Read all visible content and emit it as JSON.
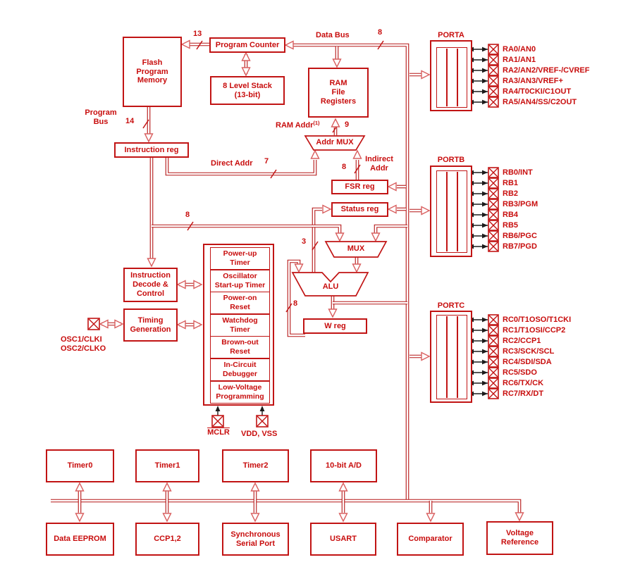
{
  "diagram": {
    "blocks": {
      "flash": "Flash\nProgram\nMemory",
      "program_counter": "Program Counter",
      "stack": "8 Level Stack\n(13-bit)",
      "ram": "RAM\nFile\nRegisters",
      "addr_mux": "Addr MUX",
      "instruction_reg": "Instruction reg",
      "fsr_reg": "FSR reg",
      "status_reg": "Status reg",
      "mux": "MUX",
      "alu": "ALU",
      "w_reg": "W reg",
      "decode": "Instruction\nDecode &\nControl",
      "timing": "Timing\nGeneration"
    },
    "reset_block_items": [
      "Power-up\nTimer",
      "Oscillator\nStart-up Timer",
      "Power-on\nReset",
      "Watchdog\nTimer",
      "Brown-out\nReset",
      "In-Circuit\nDebugger",
      "Low-Voltage\nProgramming"
    ],
    "bus_labels": {
      "data_bus": "Data Bus",
      "program_bus": "Program\nBus",
      "ram_addr": "RAM Addr",
      "ram_addr_note": "(1)",
      "direct_addr": "Direct Addr",
      "indirect_addr": "Indirect\nAddr"
    },
    "bus_widths": {
      "pc": "13",
      "data": "8",
      "program": "14",
      "ram_addr": "9",
      "direct": "7",
      "indirect": "8",
      "literal": "8",
      "status": "3",
      "w": "8"
    },
    "pins_left": {
      "osc1": "OSC1/CLKI",
      "osc2": "OSC2/CLKO",
      "mclr": "MCLR",
      "vdd_vss": "VDD, VSS"
    },
    "ports": [
      {
        "name": "PORTA",
        "pins": [
          "RA0/AN0",
          "RA1/AN1",
          "RA2/AN2/VREF-/CVREF",
          "RA3/AN3/VREF+",
          "RA4/T0CKI/C1OUT",
          "RA5/AN4/SS/C2OUT"
        ]
      },
      {
        "name": "PORTB",
        "pins": [
          "RB0/INT",
          "RB1",
          "RB2",
          "RB3/PGM",
          "RB4",
          "RB5",
          "RB6/PGC",
          "RB7/PGD"
        ]
      },
      {
        "name": "PORTC",
        "pins": [
          "RC0/T1OSO/T1CKI",
          "RC1/T1OSI/CCP2",
          "RC2/CCP1",
          "RC3/SCK/SCL",
          "RC4/SDI/SDA",
          "RC5/SDO",
          "RC6/TX/CK",
          "RC7/RX/DT"
        ]
      }
    ],
    "peripherals_top": [
      "Timer0",
      "Timer1",
      "Timer2",
      "10-bit A/D"
    ],
    "peripherals_bottom": [
      "Data EEPROM",
      "CCP1,2",
      "Synchronous\nSerial Port",
      "USART",
      "Comparator",
      "Voltage\nReference"
    ],
    "colors": {
      "red": "#c11414",
      "black": "#1b1b1b"
    }
  }
}
